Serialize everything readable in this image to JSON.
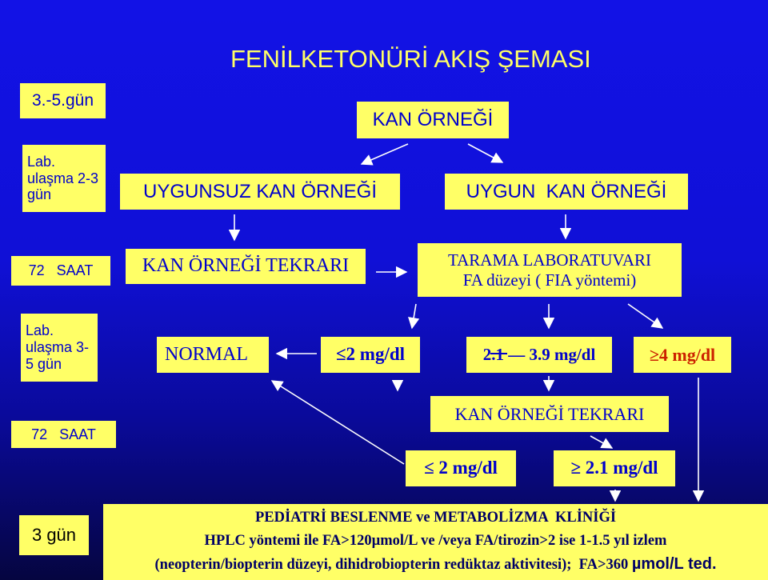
{
  "title": "FENİLKETONÜRİ AKIŞ ŞEMASI",
  "colors": {
    "box_fill": "#ffff66",
    "box_text": "#0000cc",
    "background_top": "#1212e6",
    "background_bottom": "#050540",
    "arrow": "#ffffff"
  },
  "side_labels": {
    "day_3_5": "3.-5.gün",
    "lab_transport_2_3": "Lab. ulaşma 2-3 gün",
    "hours_72_a": "72   SAAT",
    "lab_transport_3_5": "Lab. ulaşma 3-5 gün",
    "hours_72_b": "72   SAAT",
    "day_3": "3 gün"
  },
  "nodes": {
    "blood_sample": "KAN ÖRNEĞİ",
    "unsuitable_sample": "UYGUNSUZ KAN ÖRNEĞİ",
    "suitable_sample": "UYGUN  KAN ÖRNEĞİ",
    "repeat_sample": "KAN ÖRNEĞİ TEKRARI",
    "screening_lab_line1": "TARAMA LABORATUVARI",
    "screening_lab_line2": "FA düzeyi ( FIA yöntemi)",
    "normal": "NORMAL",
    "le_2": "≤2 mg/dl",
    "range_2_1_3_9": "2.1 — 3.9 mg/dl",
    "ge_4": "≥4 mg/dl",
    "repeat_sample_2": "KAN ÖRNEĞİ TEKRARI",
    "le_2_b": "≤ 2 mg/dl",
    "ge_2_1": "≥ 2.1 mg/dl"
  },
  "bottom": {
    "line1": "PEDİATRİ BESLENME ve METABOLİZMA  KLİNİĞİ",
    "line2": "HPLC yöntemi ile FA>120µmol/L ve /veya FA/tirozin>2 ise 1-1.5 yıl izlem",
    "line3a": "(neopterin/biopterin düzeyi, dihidrobiopterin redüktaz aktivitesi);  FA>360 ",
    "line3b": "µmol/L ted."
  }
}
